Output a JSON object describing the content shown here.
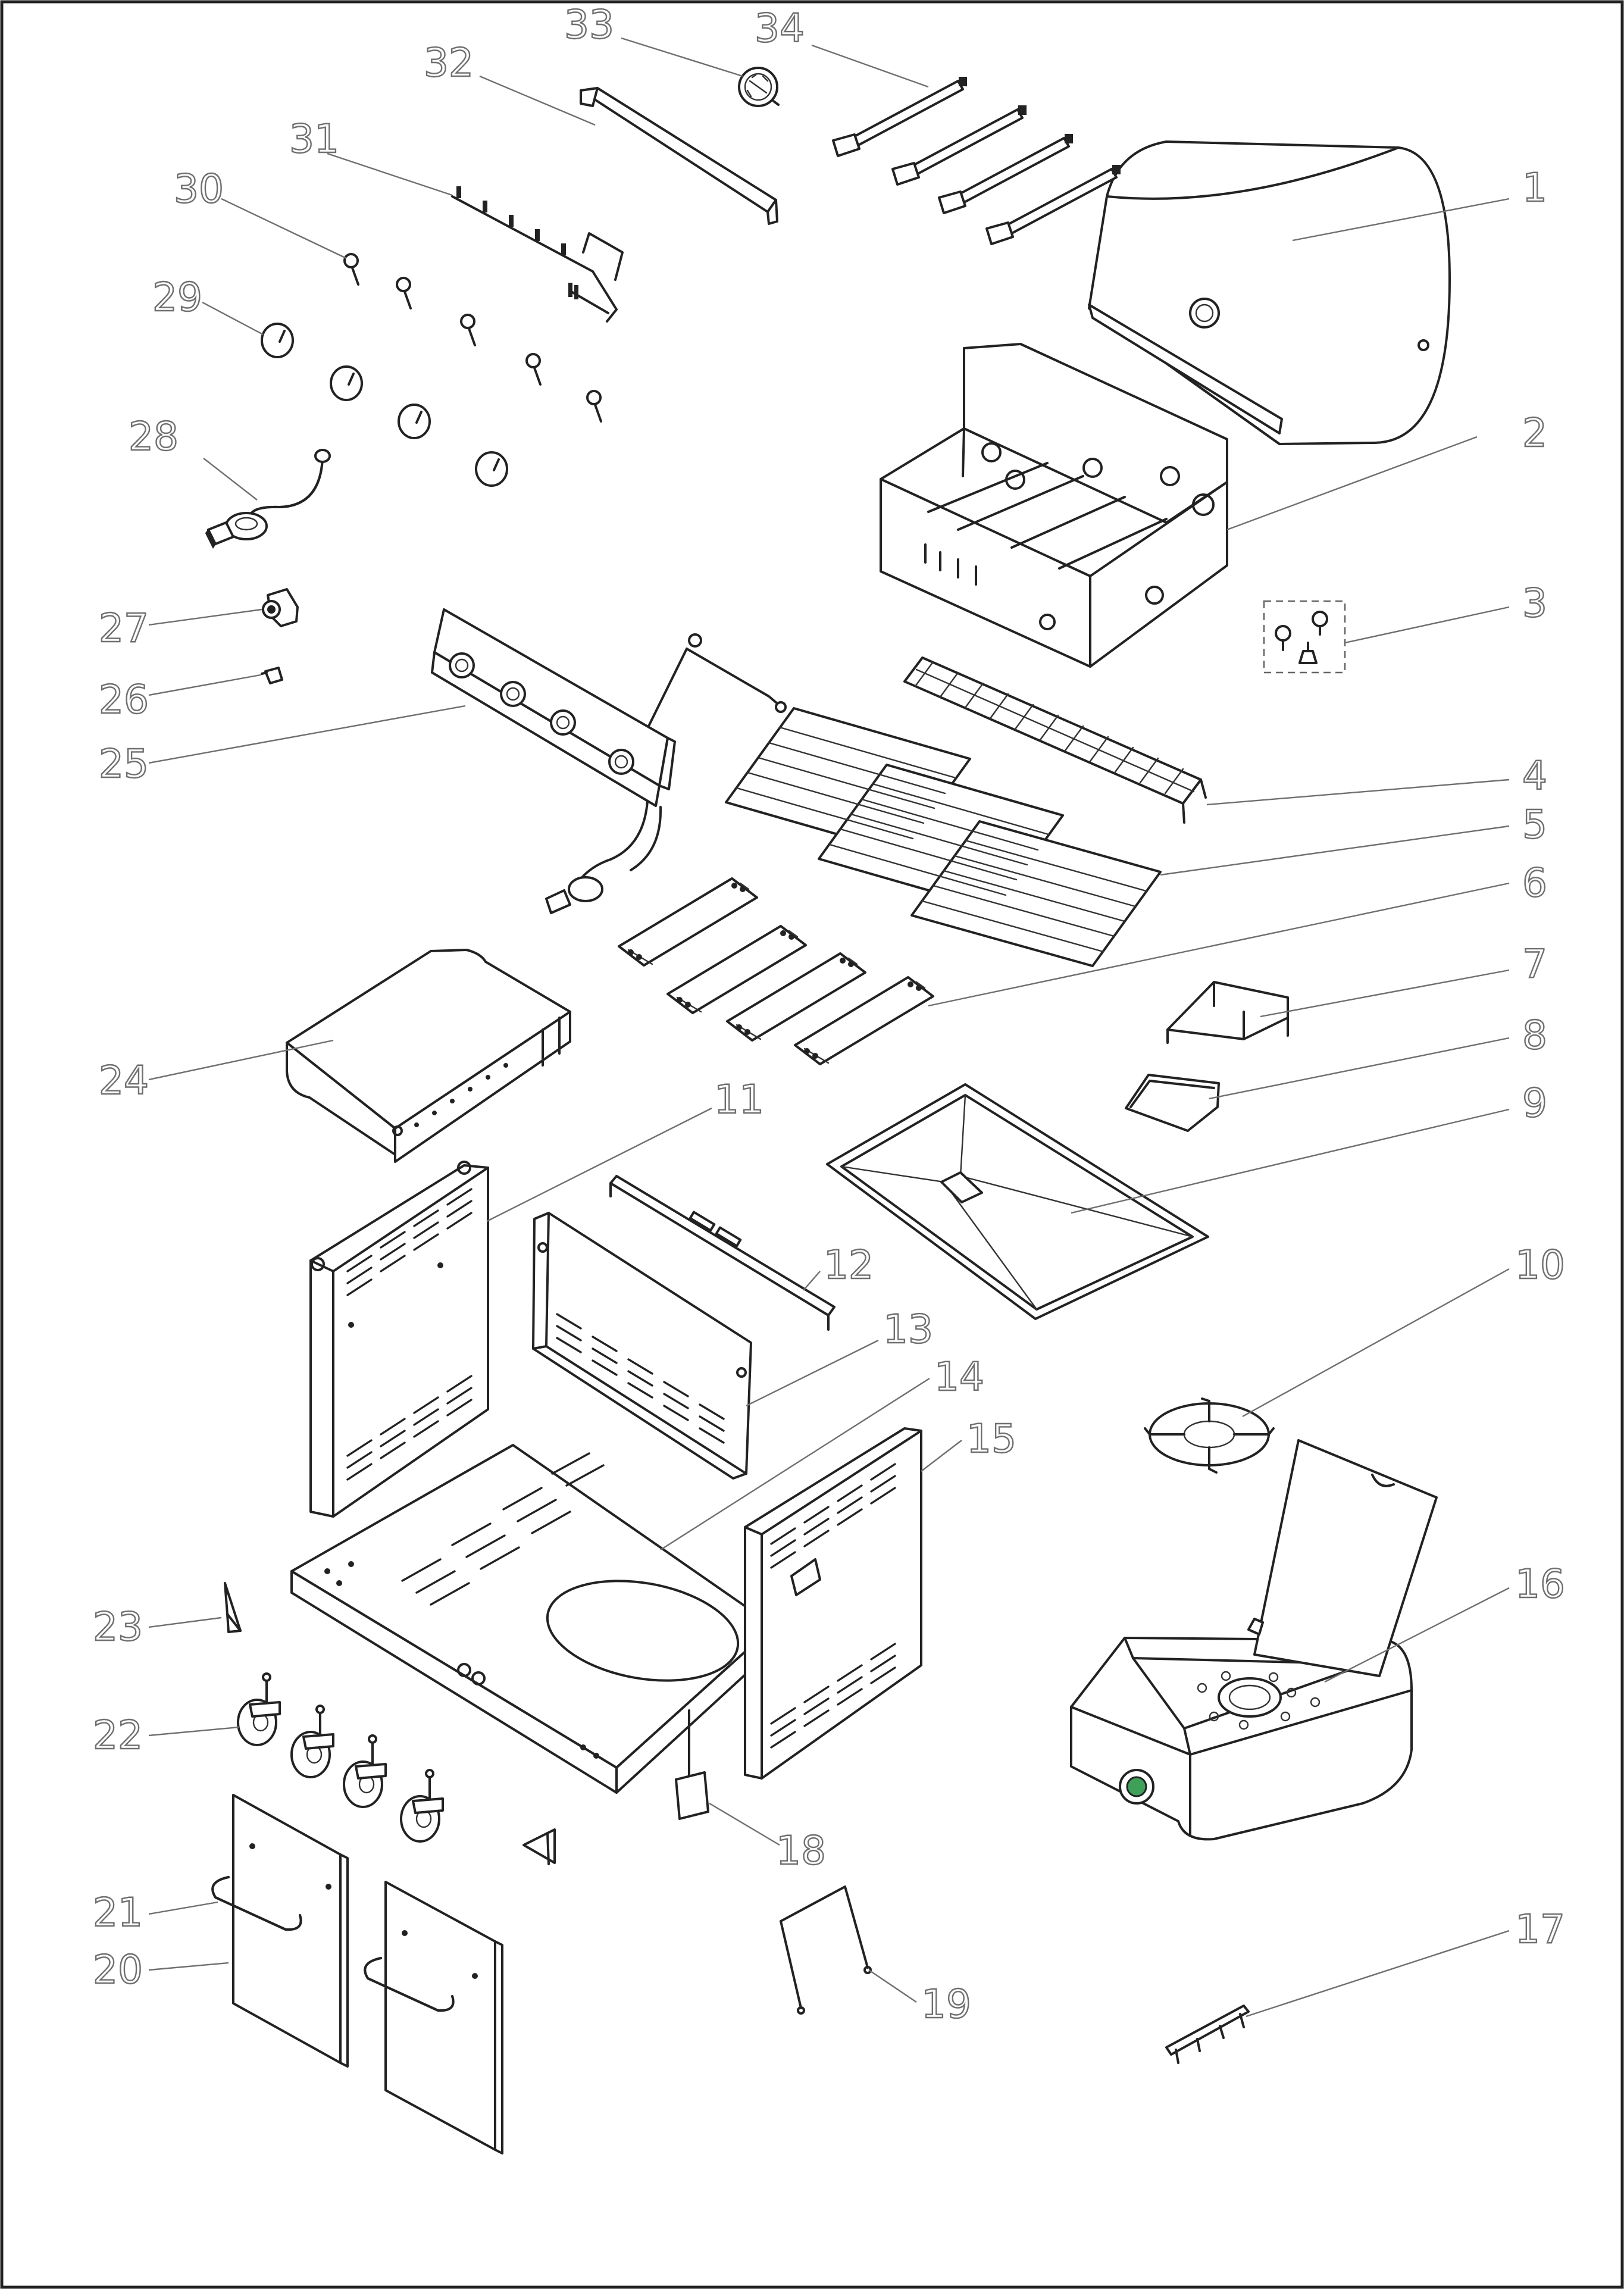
{
  "diagram": {
    "part_labels": [
      {
        "number": "1"
      },
      {
        "number": "2"
      },
      {
        "number": "3"
      },
      {
        "number": "4"
      },
      {
        "number": "5"
      },
      {
        "number": "6"
      },
      {
        "number": "7"
      },
      {
        "number": "8"
      },
      {
        "number": "9"
      },
      {
        "number": "10"
      },
      {
        "number": "11"
      },
      {
        "number": "12"
      },
      {
        "number": "13"
      },
      {
        "number": "14"
      },
      {
        "number": "15"
      },
      {
        "number": "16"
      },
      {
        "number": "17"
      },
      {
        "number": "18"
      },
      {
        "number": "19"
      },
      {
        "number": "20"
      },
      {
        "number": "21"
      },
      {
        "number": "22"
      },
      {
        "number": "23"
      },
      {
        "number": "24"
      },
      {
        "number": "25"
      },
      {
        "number": "26"
      },
      {
        "number": "27"
      },
      {
        "number": "28"
      },
      {
        "number": "29"
      },
      {
        "number": "30"
      },
      {
        "number": "31"
      },
      {
        "number": "32"
      },
      {
        "number": "33"
      },
      {
        "number": "34"
      }
    ],
    "colors": {
      "line": "#222222",
      "label": "#6f6f6f",
      "border": "#222222",
      "accent": "#3fa05a"
    }
  }
}
